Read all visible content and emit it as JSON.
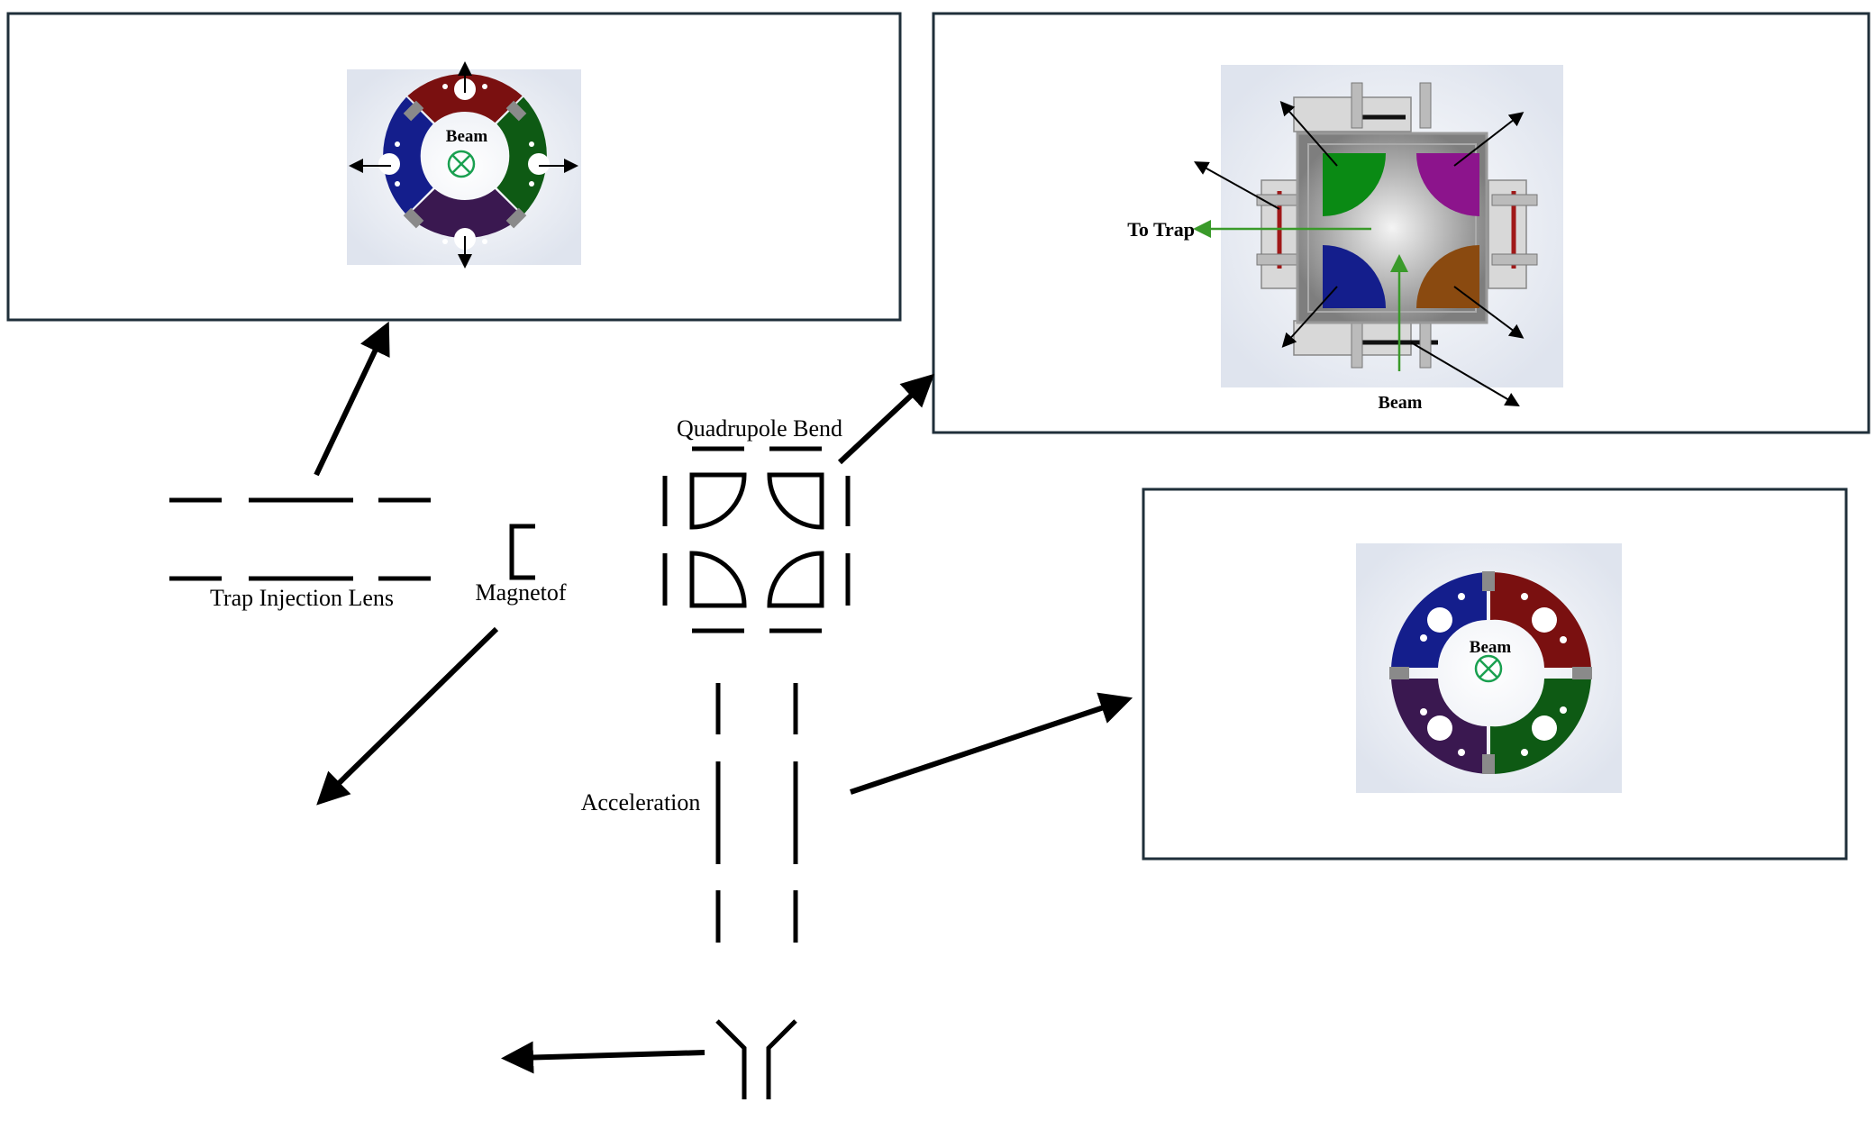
{
  "labels": {
    "trap_injection_lens": "Trap Injection Lens",
    "magnetof": "Magnetof",
    "quadrupole_bend": "Quadrupole Bend",
    "acceleration": "Acceleration"
  },
  "panels": {
    "top_left": {
      "beam_label": "Beam"
    },
    "top_right": {
      "to_trap_label": "To Trap",
      "beam_label": "Beam"
    },
    "right": {
      "beam_label": "Beam"
    }
  },
  "colors": {
    "border": "#1f2f3a",
    "red": "#7a1010",
    "green": "#0e5a14",
    "blue": "#141e8c",
    "purple": "#3a1850",
    "magenta": "#8c148c",
    "orange": "#8a4a10",
    "bright_green": "#0a8a14",
    "beam_marker": "#1aa050",
    "arrow_green": "#3a9a2a"
  }
}
